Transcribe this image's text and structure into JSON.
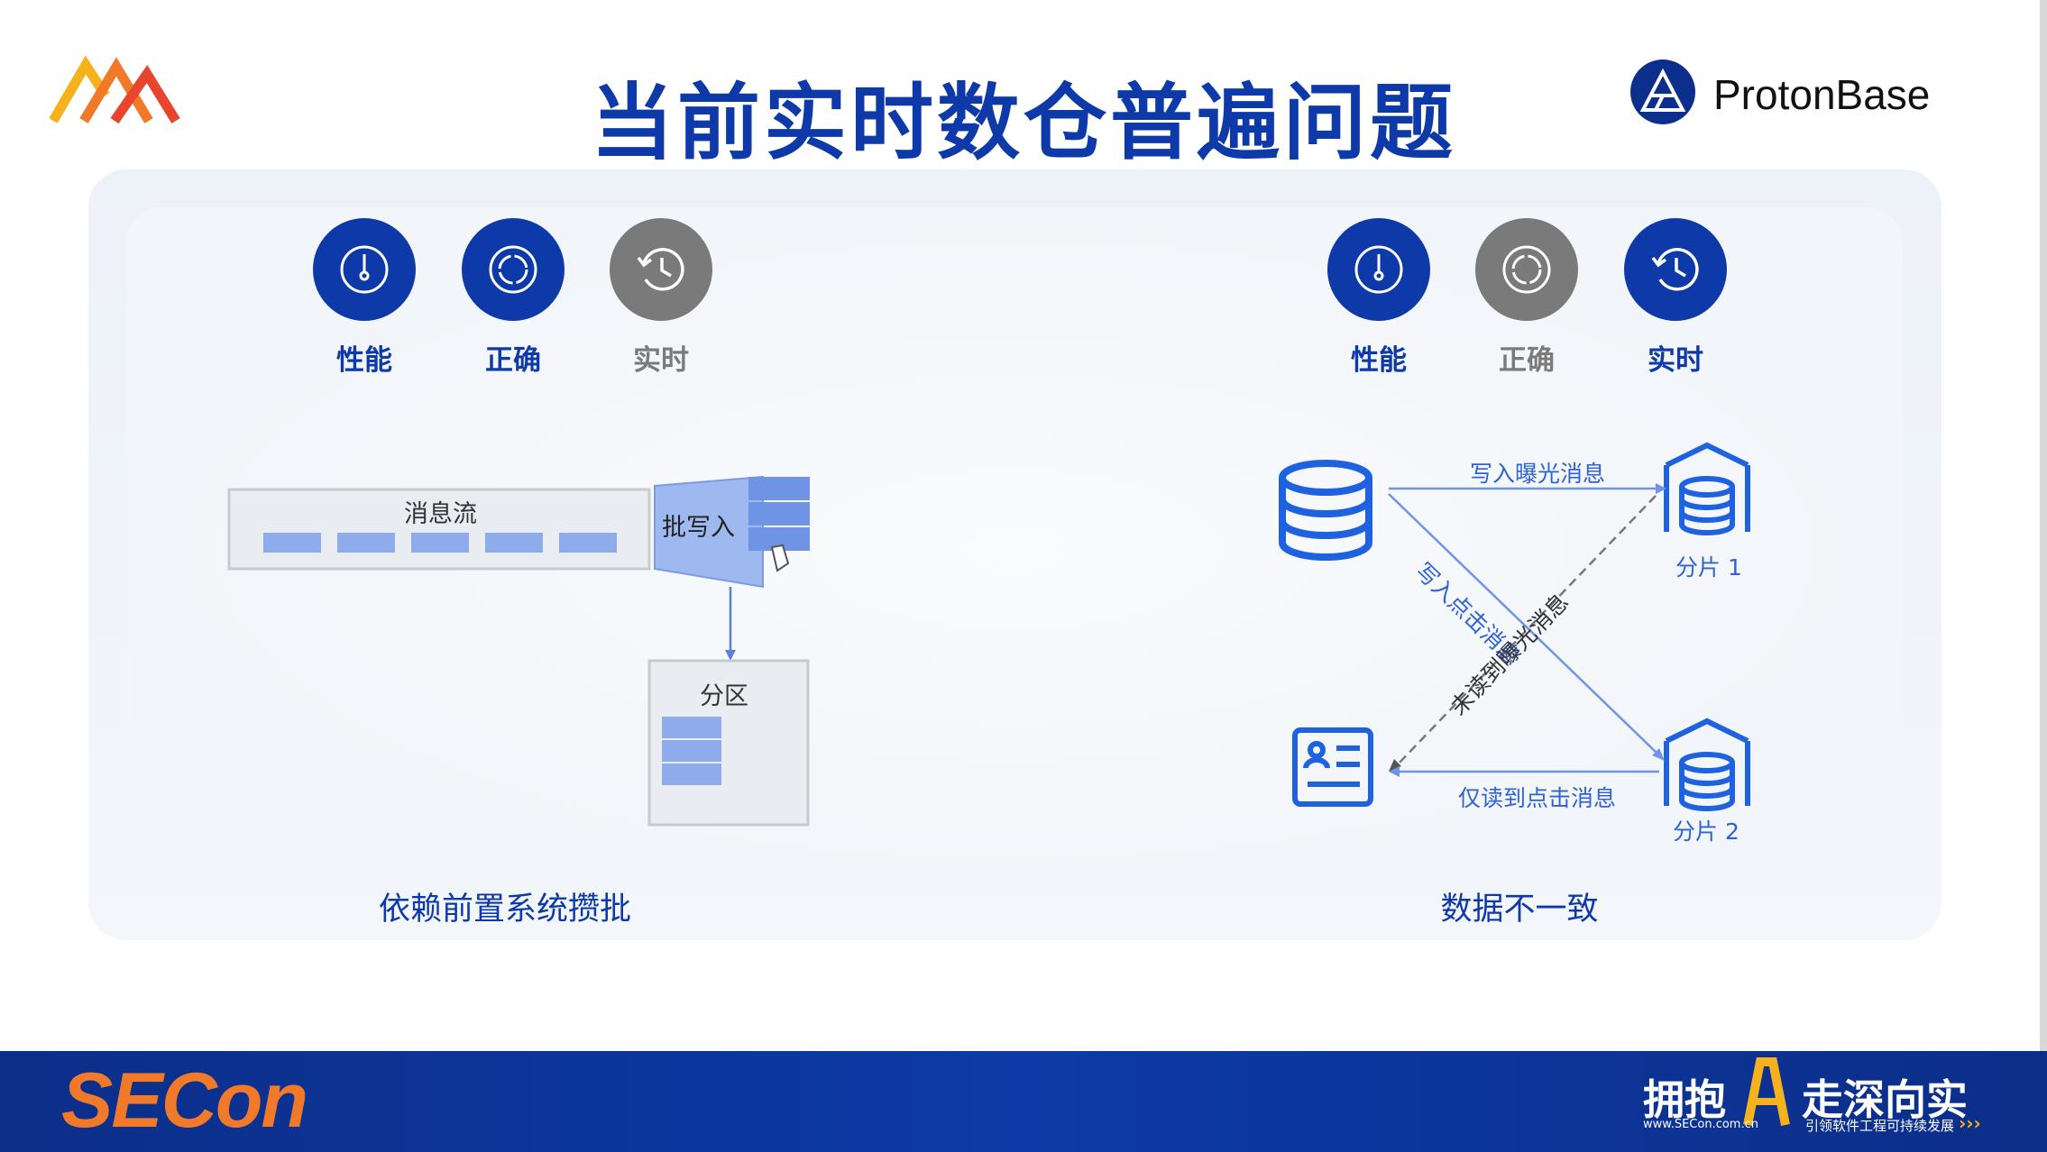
{
  "title": "当前实时数仓普遍问题",
  "brand": {
    "name": "ProtonBase"
  },
  "left": {
    "badges": [
      {
        "label": "性能",
        "icon": "gauge-icon",
        "active": true
      },
      {
        "label": "正确",
        "icon": "cycle-icon",
        "active": true
      },
      {
        "label": "实时",
        "icon": "history-clock-icon",
        "active": false
      }
    ],
    "stream_label": "消息流",
    "batch_label": "批写入",
    "partition_label": "分区",
    "caption": "依赖前置系统攒批"
  },
  "right": {
    "badges": [
      {
        "label": "性能",
        "icon": "gauge-icon",
        "active": true
      },
      {
        "label": "正确",
        "icon": "cycle-icon",
        "active": false
      },
      {
        "label": "实时",
        "icon": "history-clock-icon",
        "active": true
      }
    ],
    "arrow_top": "写入曝光消息",
    "arrow_diag1": "写入点击消息",
    "arrow_diag2": "未读到曝光消息",
    "arrow_bottom": "仅读到点击消息",
    "shard1": "分片 1",
    "shard2": "分片 2",
    "caption": "数据不一致"
  },
  "footer": {
    "logo": "SECon",
    "slogan_a": "拥抱",
    "slogan_b": "走深向实",
    "url": "www.SECon.com.cn",
    "subslogan": "引领软件工程可持续发展"
  },
  "colors": {
    "primary": "#0d3aa8",
    "accent": "#6f94e6",
    "inactive": "#7a7a7a",
    "orange": "#f07a2a"
  }
}
